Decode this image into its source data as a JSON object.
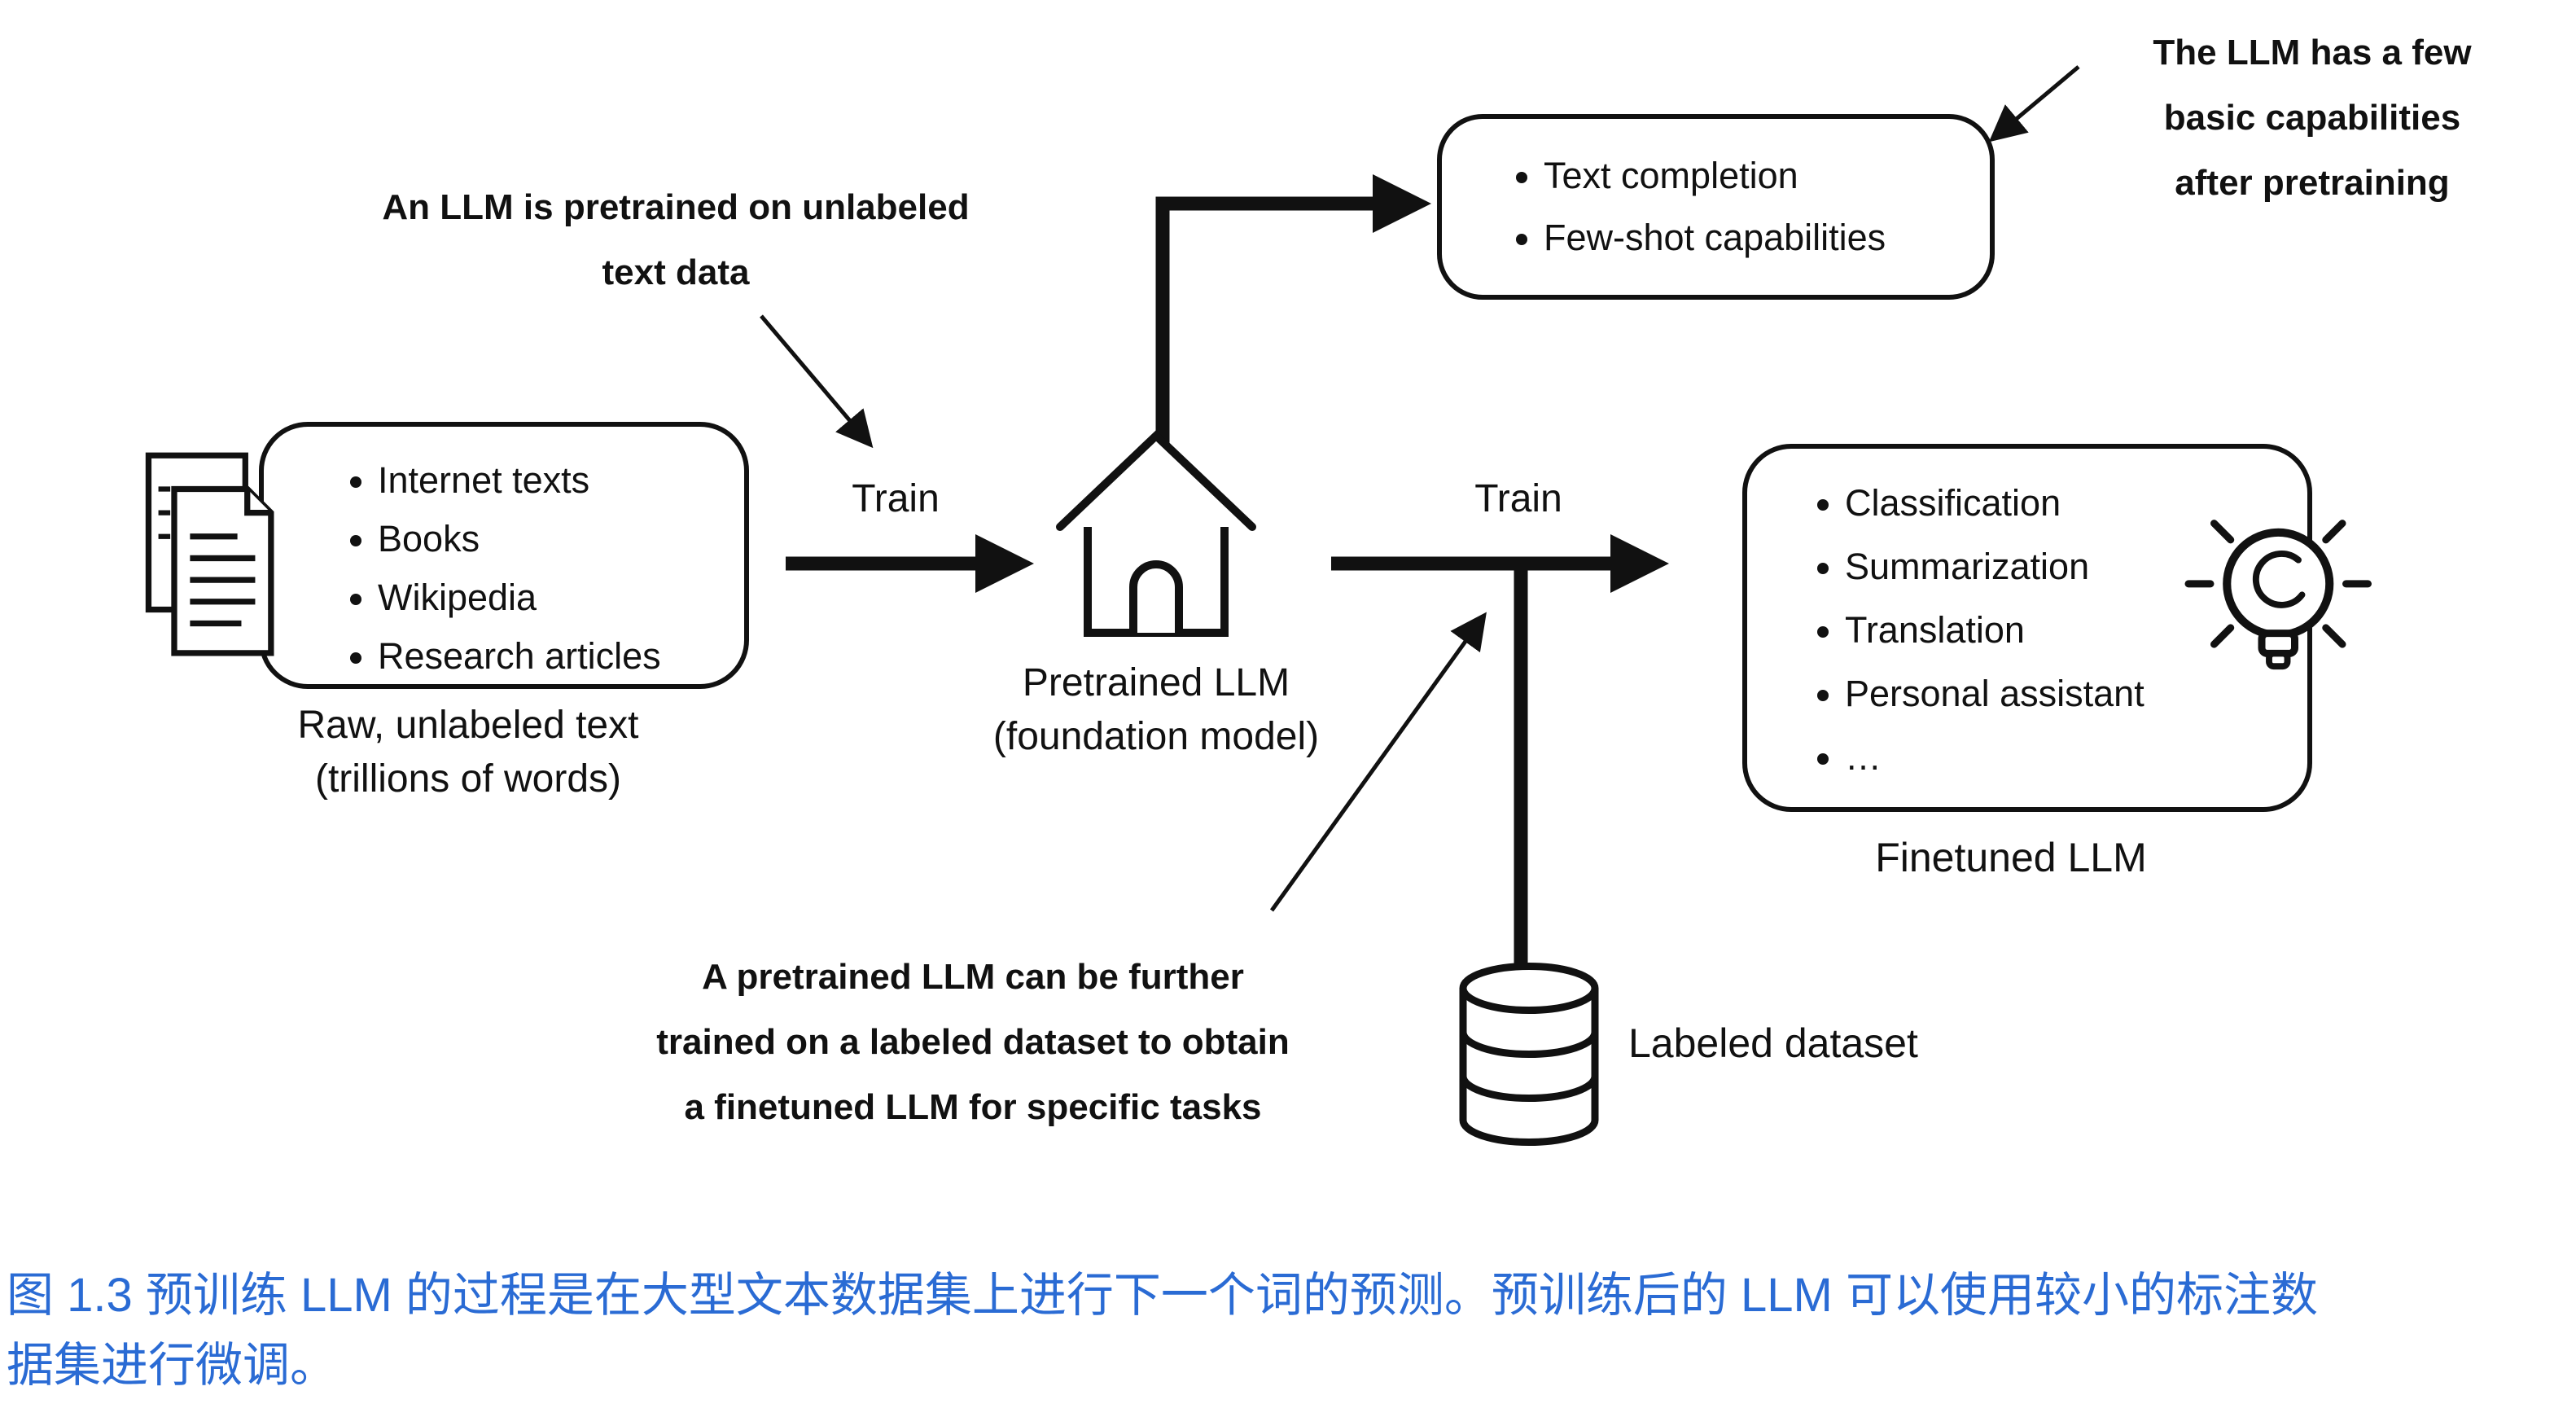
{
  "figure": {
    "notes": {
      "pretrain": {
        "line1": "An LLM is pretrained on unlabeled",
        "line2": "text data"
      },
      "capabilities": {
        "line1": "The LLM has a few",
        "line2": "basic capabilities",
        "line3": "after pretraining"
      },
      "finetune": {
        "line1": "A pretrained LLM can be further",
        "line2": "trained on a labeled dataset to obtain",
        "line3": "a finetuned LLM for specific tasks"
      }
    },
    "raw_text_box": {
      "items": [
        "Internet texts",
        "Books",
        "Wikipedia",
        "Research articles"
      ],
      "caption_line1": "Raw, unlabeled text",
      "caption_line2": "(trillions of words)"
    },
    "train_arrow_1_label": "Train",
    "train_arrow_2_label": "Train",
    "pretrained_llm": {
      "line1": "Pretrained LLM",
      "line2": "(foundation model)"
    },
    "capabilities_box": {
      "items": [
        "Text completion",
        "Few-shot capabilities"
      ]
    },
    "finetuned_box": {
      "items": [
        "Classification",
        "Summarization",
        "Translation",
        "Personal assistant",
        "…"
      ],
      "caption": "Finetuned LLM"
    },
    "labeled_dataset_label": "Labeled dataset",
    "icons": {
      "documents": "documents-icon",
      "house": "house-icon",
      "lightbulb": "lightbulb-icon",
      "database": "database-icon"
    }
  },
  "caption": {
    "line1": "图 1.3 预训练 LLM 的过程是在大型文本数据集上进行下一个词的预测。预训练后的 LLM 可以使用较小的标注数",
    "line2": "据集进行微调。",
    "full_text": "图 1.3 预训练 LLM 的过程是在大型文本数据集上进行下一个词的预测。预训练后的 LLM 可以使用较小的标注数据集进行微调。",
    "color": "#2a6bd4"
  },
  "colors": {
    "ink": "#111111",
    "background": "#ffffff",
    "caption_blue": "#2a6bd4"
  }
}
